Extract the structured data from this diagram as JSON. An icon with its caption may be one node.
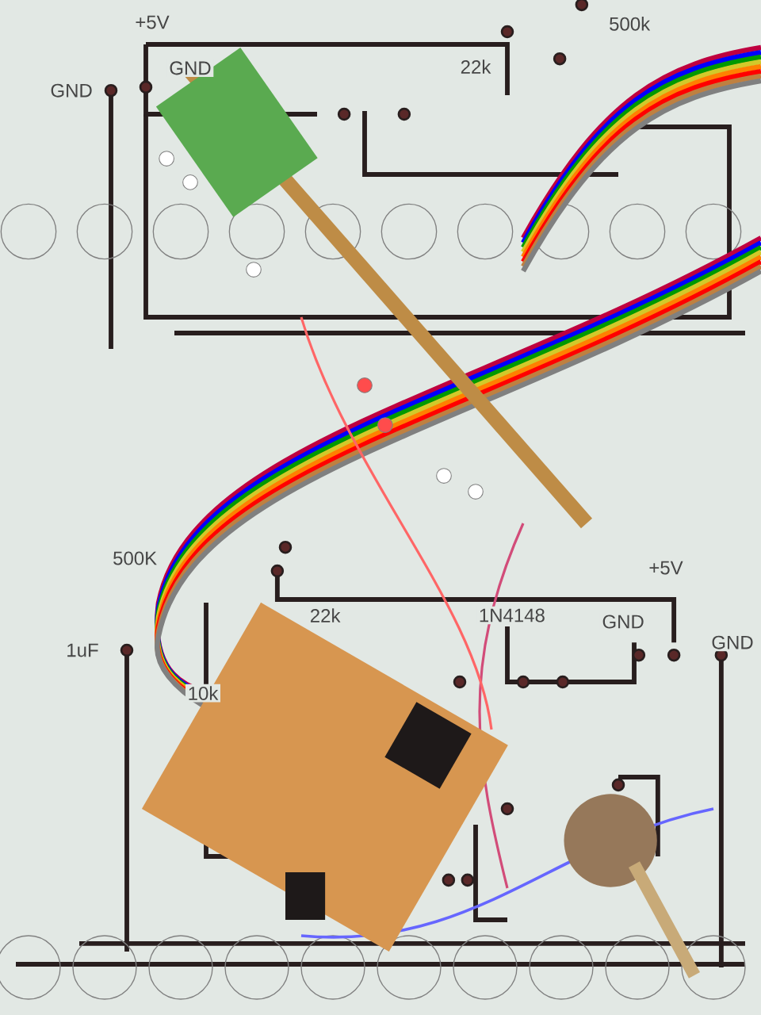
{
  "diagram": {
    "labels": [
      "+5V",
      "GND",
      "GND",
      "500k",
      "22k",
      "500K",
      "+5V",
      "22k",
      "1N4148",
      "GND",
      "GND",
      "1uF",
      "10k"
    ]
  }
}
